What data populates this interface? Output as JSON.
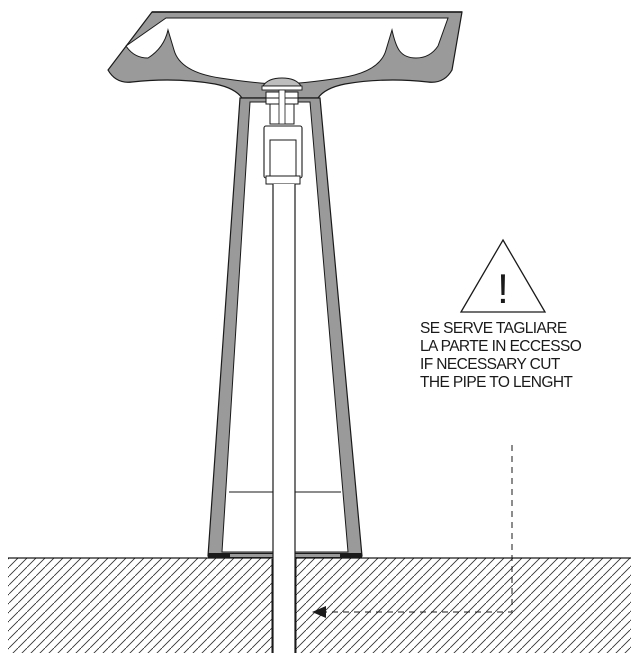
{
  "warning": {
    "symbol": "!",
    "lines": [
      "SE SERVE TAGLIARE",
      "LA PARTE IN ECCESSO",
      "IF NECESSARY CUT",
      "THE PIPE TO LENGHT"
    ]
  },
  "colors": {
    "ceramic_fill": "#9a9a9a",
    "outline": "#1a1a1a",
    "background": "#ffffff"
  }
}
